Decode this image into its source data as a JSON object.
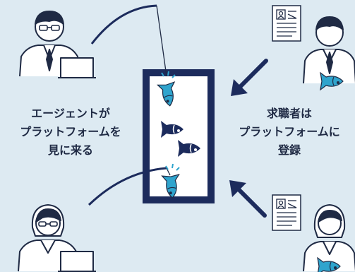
{
  "colors": {
    "background": "#ddeaf2",
    "navy": "#1c2b5c",
    "fish_blue": "#2fa4cd",
    "line_dark": "#1f2a44",
    "white": "#ffffff"
  },
  "labels": {
    "agents": [
      "エージェントが",
      "プラットフォームを",
      "見に来る"
    ],
    "job_seekers": [
      "求職者は",
      "プラットフォームに",
      "登録"
    ]
  },
  "icons": {
    "agent_top": "male-agent-with-laptop",
    "agent_bottom": "female-agent-with-laptop",
    "seeker_top": "male-job-seeker-with-resume",
    "seeker_bottom": "female-job-seeker-with-resume",
    "platform": "fish-tank",
    "arrows": "arrow-down-left"
  }
}
